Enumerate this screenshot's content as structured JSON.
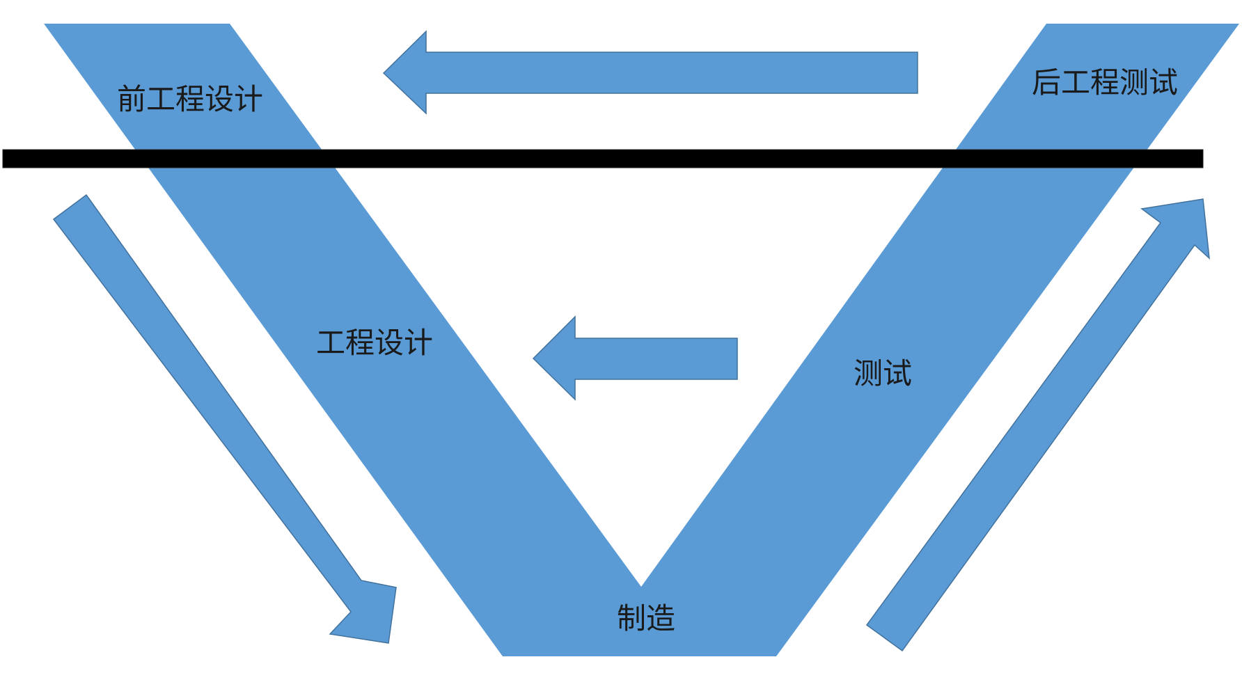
{
  "diagram": {
    "labels": {
      "pre_engineering_design": "前工程设计",
      "post_engineering_test": "后工程测试",
      "engineering_design": "工程设计",
      "test": "测试",
      "manufacturing": "制造"
    },
    "colors": {
      "shape_fill": "#5b9bd5",
      "shape_outline": "#41719c",
      "divider": "#000000",
      "text": "#1a1a1a"
    }
  }
}
